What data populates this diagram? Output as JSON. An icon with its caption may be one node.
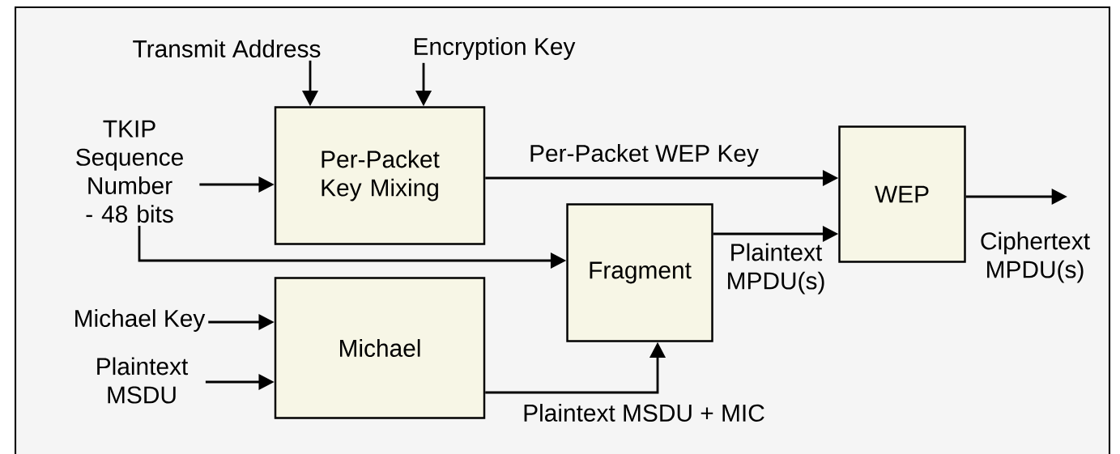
{
  "diagram": {
    "nodes": [
      {
        "text": [
          "Transmit Address"
        ]
      },
      {
        "text": [
          "Encryption Key"
        ]
      },
      {
        "text": [
          "TKIP Sequence Number - 48 bits"
        ]
      },
      {
        "text": [
          "Per-Packet Key Mixing"
        ]
      },
      {
        "text": [
          "WEP"
        ]
      },
      {
        "text": [
          "Fragment"
        ]
      },
      {
        "text": [
          "Michael Key"
        ]
      },
      {
        "text": [
          "Plaintext MSDU"
        ]
      },
      {
        "text": [
          "Michael"
        ]
      }
    ],
    "edges": [
      {
        "from": 0,
        "to": 3,
        "arrow": "to"
      },
      {
        "from": 1,
        "to": 3,
        "arrow": "to"
      },
      {
        "from": 2,
        "to": 3,
        "arrow": "to"
      },
      {
        "from": 3,
        "to": 4,
        "arrow": "to",
        "label": "Per-Packet WEP Key"
      },
      {
        "from": 2,
        "to": 5,
        "arrow": "to"
      },
      {
        "from": 5,
        "to": 4,
        "arrow": "to",
        "label": "Plaintext MPDU(s)"
      },
      {
        "from": 6,
        "to": 8,
        "arrow": "to"
      },
      {
        "from": 7,
        "to": 8,
        "arrow": "to"
      },
      {
        "from": 8,
        "to": 5,
        "arrow": "to",
        "label": "Plaintext MSDU + MIC"
      },
      {
        "from": 4,
        "to": null,
        "arrow": "to",
        "label": "Ciphertext MPDU(s)"
      }
    ]
  }
}
